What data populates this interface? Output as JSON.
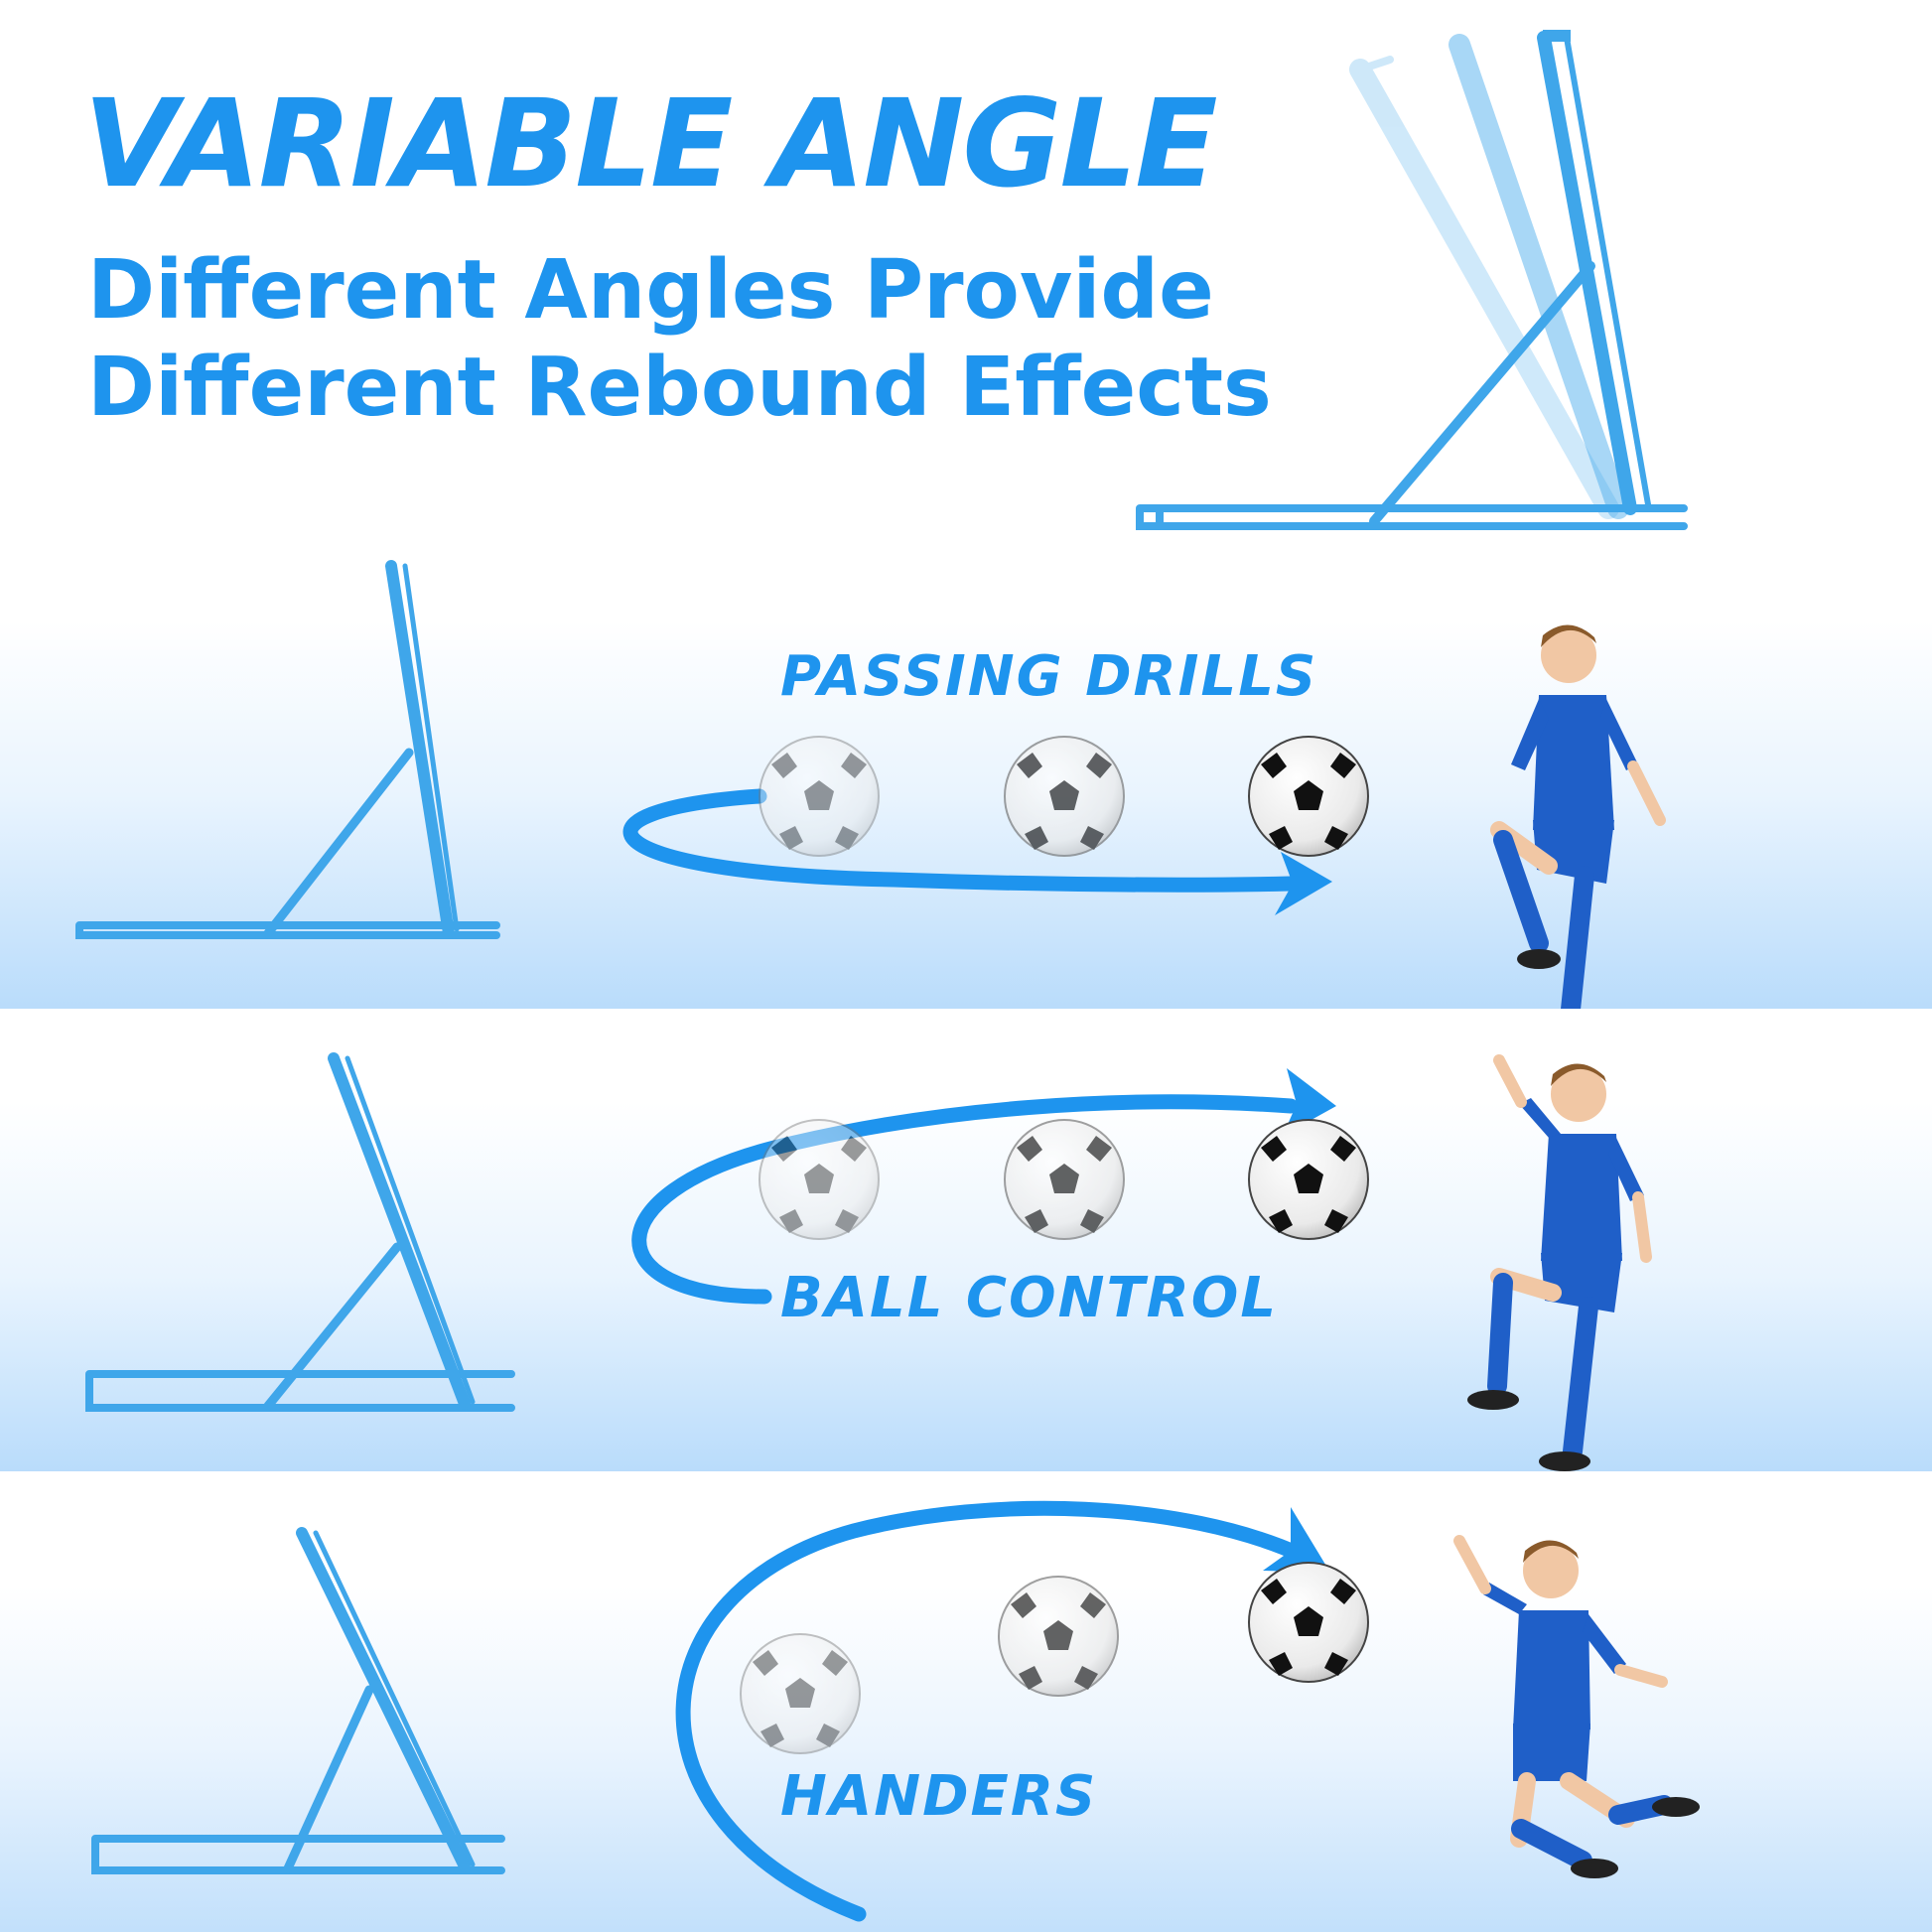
{
  "header": {
    "title": "VARIABLE ANGLE",
    "subtitle_line1": "Different Angles Provide",
    "subtitle_line2": "Different Rebound Effects"
  },
  "drills": [
    {
      "label": "PASSING DRILLS"
    },
    {
      "label": "BALL CONTROL"
    },
    {
      "label": "HANDERS"
    }
  ],
  "colors": {
    "accent": "#1e94ee",
    "frame": "#3fa6ea",
    "jersey": "#1f5fc8",
    "skin": "#f1c7a4",
    "hair": "#8a5a2b"
  },
  "icons": [
    "rebounder-net-icon",
    "soccer-ball-icon",
    "curved-arrow-icon",
    "player-figure-icon"
  ]
}
